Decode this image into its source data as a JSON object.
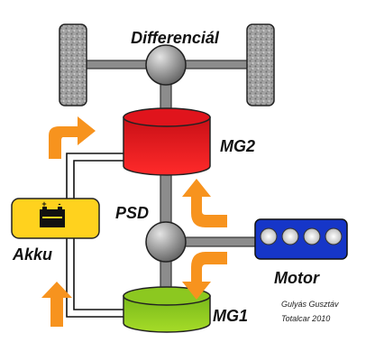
{
  "labels": {
    "differential": "Differenciál",
    "mg2": "MG2",
    "psd": "PSD",
    "akku": "Akku",
    "motor": "Motor",
    "mg1": "MG1",
    "battery_plus": "+",
    "battery_minus": "-"
  },
  "credit": {
    "author": "Gulyás Gusztáv",
    "source": "Totalcar 2010"
  },
  "colors": {
    "mg2": "#e0141c",
    "mg1": "#8cc820",
    "battery": "#ffd21e",
    "engine": "#1636c8",
    "arrow": "#f7931e",
    "shaft": "#8c8c8c",
    "wheel": "#9a9a9a"
  }
}
